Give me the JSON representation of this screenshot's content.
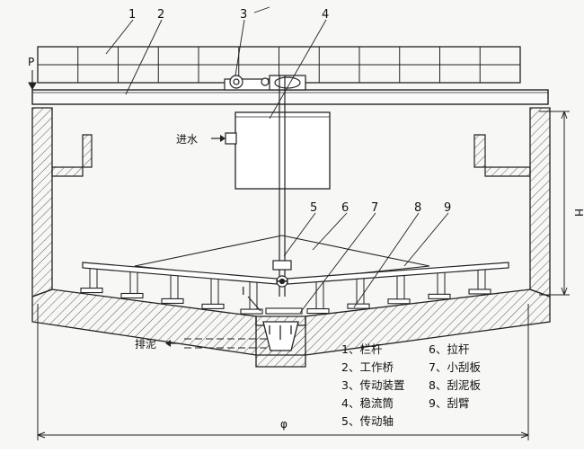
{
  "labels": {
    "p": "P",
    "h": "H",
    "phi": "φ",
    "detail_i": "I",
    "water_inlet": "进水",
    "sludge_discharge": "排泥"
  },
  "callouts": [
    "1",
    "2",
    "3",
    "4",
    "5",
    "6",
    "7",
    "8",
    "9"
  ],
  "legend": {
    "col1": [
      "1、栏杆",
      "2、工作桥",
      "3、传动装置",
      "4、稳流筒",
      "5、传动轴"
    ],
    "col2": [
      "6、拉杆",
      "7、小刮板",
      "8、刮泥板",
      "9、刮臂"
    ]
  }
}
